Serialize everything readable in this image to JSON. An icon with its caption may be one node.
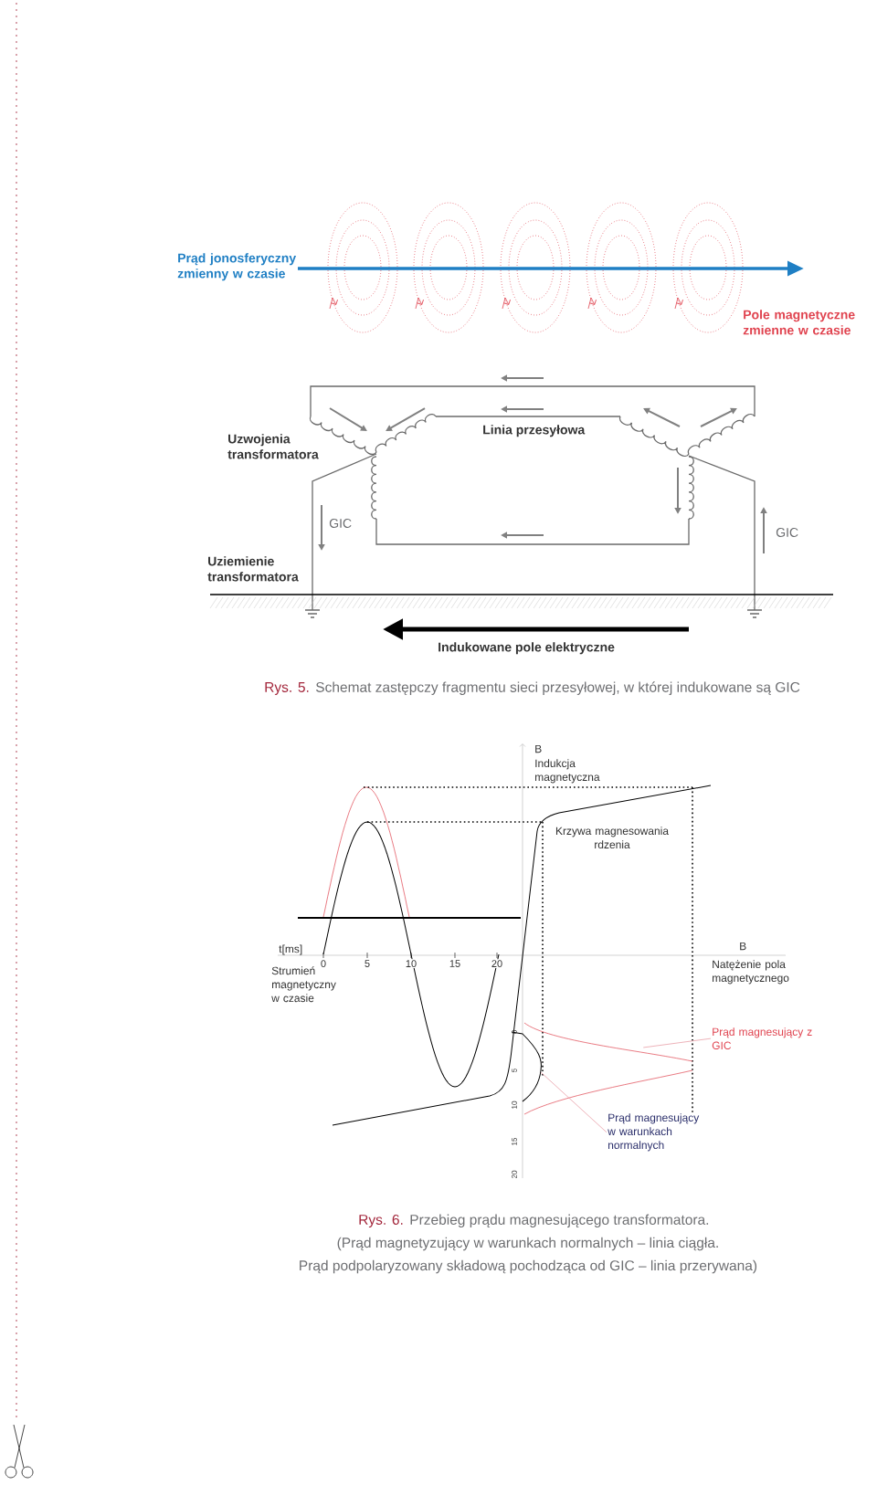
{
  "diagram": {
    "nodes": [
      {
        "text": [
          "Prąd magnesujący z GIC"
        ]
      },
      {
        "text": [
          "Prąd magnesujący w warunkach normalnych"
        ]
      },
      {
        "text": [],
        "shape": "curve"
      },
      {
        "text": [],
        "shape": "curve"
      }
    ],
    "edges": [
      {
        "from": 0,
        "to": 2,
        "arrow": "none"
      },
      {
        "from": 1,
        "to": 3,
        "arrow": "none"
      }
    ],
    "labels": [
      "Prąd jonosferyczny zmienny w czasie",
      "Pole magnetyczne zmienne w czasie",
      "Uzwojenia transformatora",
      "Linia przesyłowa",
      "GIC",
      "GIC",
      "Uziemienie transformatora",
      "Indukowane pole elektryczne",
      "Rys. 5.",
      "Schemat zastępczy fragmentu sieci przesyłowej, w której indukowane są GIC",
      "B",
      "Indukcja magnetyczna",
      "Krzywa magnesowania rdzenia",
      "t[ms]",
      "0",
      "5",
      "10",
      "15",
      "20",
      "B",
      "Strumień magnetyczny w czasie",
      "Natężenie pola magnetycznego",
      "0",
      "5",
      "10",
      "15",
      "20",
      "Rys. 6.",
      "Przebieg prądu magnesującego transformatora.",
      "(Prąd magnetyzujący w warunkach normalnych – linia ciągła.",
      "Prąd podpolaryzowany składową pochodząca od GIC – linia przerywana)"
    ]
  }
}
